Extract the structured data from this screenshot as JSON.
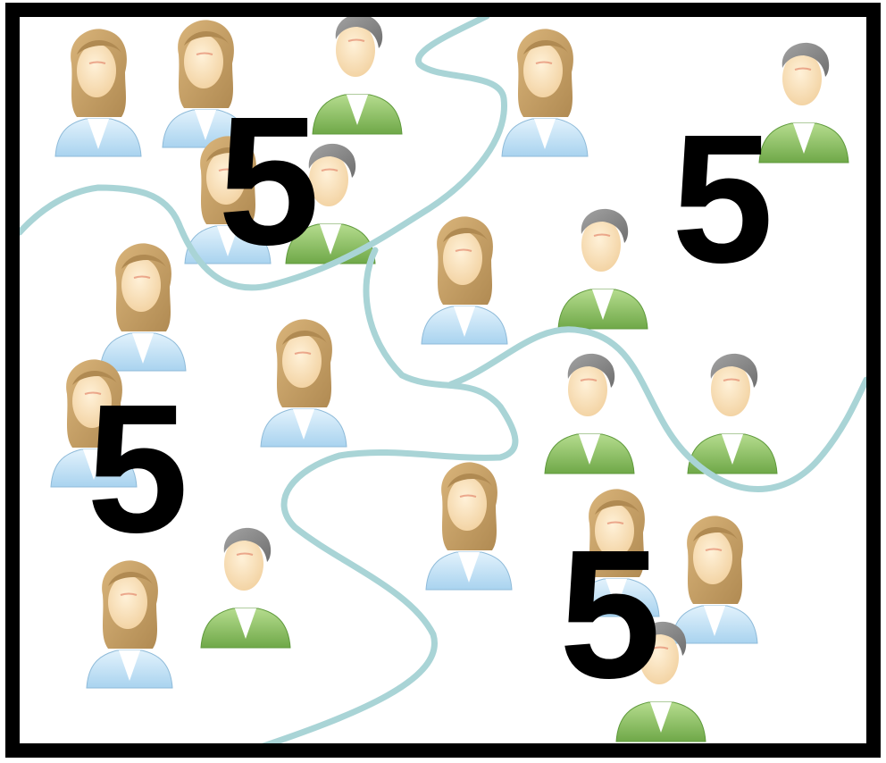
{
  "district_labels": [
    "5",
    "5",
    "5",
    "5"
  ],
  "colors": {
    "frame": "#000000",
    "boundary": "#a9d4d6",
    "woman_shirt": "#bfe0f5",
    "man_shirt": "#8cc063",
    "hair_woman": "#c9a56b",
    "hair_man": "#8a8a8a",
    "skin": "#f7dcb0"
  },
  "people": [
    {
      "icon": "woman-person-icon"
    },
    {
      "icon": "woman-person-icon"
    },
    {
      "icon": "man-person-icon"
    },
    {
      "icon": "woman-person-icon"
    },
    {
      "icon": "man-person-icon"
    },
    {
      "icon": "woman-person-icon"
    },
    {
      "icon": "man-person-icon"
    },
    {
      "icon": "woman-person-icon"
    },
    {
      "icon": "man-person-icon"
    },
    {
      "icon": "woman-person-icon"
    },
    {
      "icon": "woman-person-icon"
    },
    {
      "icon": "woman-person-icon"
    },
    {
      "icon": "man-person-icon"
    },
    {
      "icon": "man-person-icon"
    },
    {
      "icon": "woman-person-icon"
    },
    {
      "icon": "woman-person-icon"
    },
    {
      "icon": "woman-person-icon"
    },
    {
      "icon": "man-person-icon"
    },
    {
      "icon": "man-person-icon"
    },
    {
      "icon": "woman-person-icon"
    }
  ]
}
